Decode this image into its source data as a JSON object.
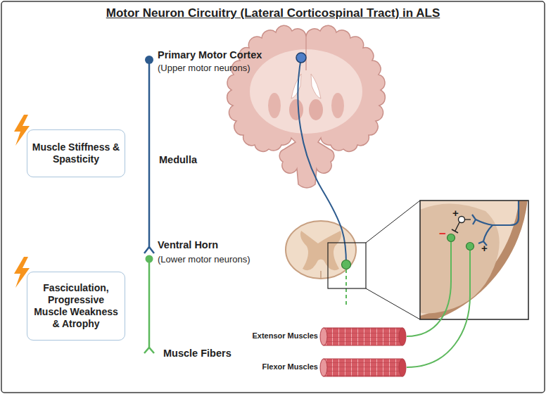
{
  "diagram": {
    "title": "Motor Neuron Circuitry (Lateral Corticospinal Tract) in ALS",
    "nodes": [
      {
        "text": [
          "Muscle Stiffness & Spasticity"
        ]
      },
      {
        "text": [
          "Fasciculation, Progressive Muscle Weakness & Atrophy"
        ]
      }
    ],
    "labels": [
      "Primary Motor Cortex",
      "(Upper motor neurons)",
      "Medulla",
      "Ventral Horn",
      "(Lower motor neurons)",
      "Muscle Fibers",
      "+",
      "−",
      "+",
      "Extensor Muscles",
      "Flexor Muscles"
    ]
  }
}
